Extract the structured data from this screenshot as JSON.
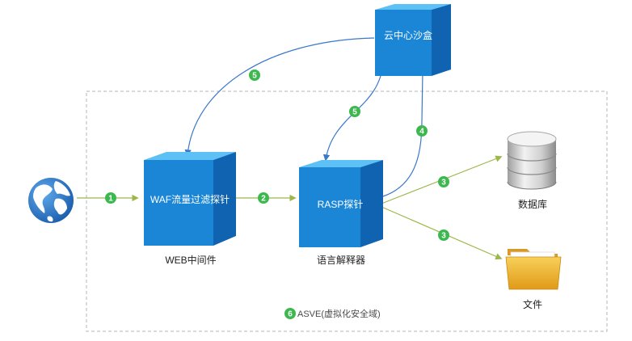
{
  "colors": {
    "cube_front": "#1b86d6",
    "cube_top": "#5ec1f6",
    "cube_side": "#0f63b0",
    "green": "#3db84e",
    "blue_arrow": "#3a78c9",
    "olive_arrow": "#9cb84a",
    "zone_border": "#b4b4b4",
    "globe_ocean": "#2f7fd0",
    "globe_land": "#ffffff"
  },
  "icons": {
    "globe": "globe-icon",
    "database": "database-icon",
    "folder": "folder-icon"
  },
  "nodes": {
    "cloud_sandbox": {
      "label": "云中心沙盒"
    },
    "waf": {
      "label": "WAF流量过滤探针",
      "caption": "WEB中间件"
    },
    "rasp": {
      "label": "RASP探针",
      "caption": "语言解释器"
    },
    "database": {
      "caption": "数据库"
    },
    "files": {
      "caption": "文件"
    }
  },
  "zone": {
    "label": "ASVE(虚拟化安全域)",
    "badge": "6"
  },
  "steps": {
    "internet_to_waf": "1",
    "waf_to_rasp": "2",
    "rasp_to_database": "3",
    "rasp_to_files": "3",
    "rasp_to_sandbox": "4",
    "sandbox_to_rasp": "5",
    "sandbox_to_waf": "5"
  }
}
